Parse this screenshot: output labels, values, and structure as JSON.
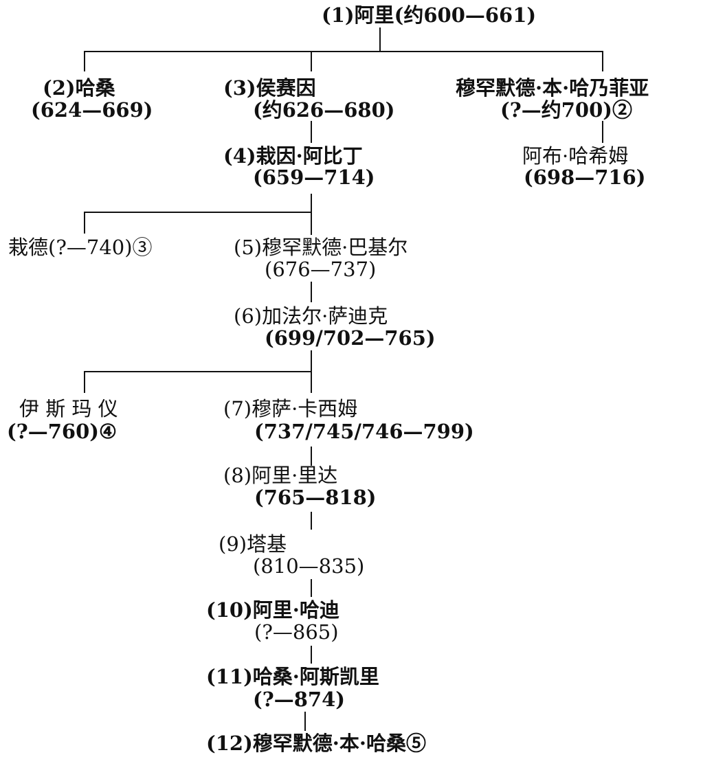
{
  "nodes": {
    "n1": {
      "name": "(1)阿里(约600—661)"
    },
    "n2": {
      "name": "(2)哈桑",
      "dates": "(624—669)"
    },
    "n3": {
      "name": "(3)侯赛因",
      "dates": "(约626—680)"
    },
    "hanafiyya": {
      "name": "穆罕默德·本·哈乃菲亚",
      "dates": "(?—约700)②"
    },
    "abu_hashim": {
      "name": "阿布·哈希姆",
      "dates": "(698—716)"
    },
    "n4": {
      "name": "(4)栽因·阿比丁",
      "dates": "(659—714)"
    },
    "zayd": {
      "name": "栽德(?—740)③"
    },
    "n5": {
      "name": "(5)穆罕默德·巴基尔",
      "dates": "(676—737)"
    },
    "n6": {
      "name": "(6)加法尔·萨迪克",
      "dates": "(699/702—765)"
    },
    "ismail": {
      "name": "伊 斯 玛 仪",
      "dates": "(?—760)④"
    },
    "n7": {
      "name": "(7)穆萨·卡西姆",
      "dates": "(737/745/746—799)"
    },
    "n8": {
      "name": "(8)阿里·里达",
      "dates": "(765—818)"
    },
    "n9": {
      "name": "(9)塔基",
      "dates": "(810—835)"
    },
    "n10": {
      "name": "(10)阿里·哈迪",
      "dates": "(?—865)"
    },
    "n11": {
      "name": "(11)哈桑·阿斯凯里",
      "dates": "(?—874)"
    },
    "n12": {
      "name": "(12)穆罕默德·本·哈桑⑤"
    }
  }
}
